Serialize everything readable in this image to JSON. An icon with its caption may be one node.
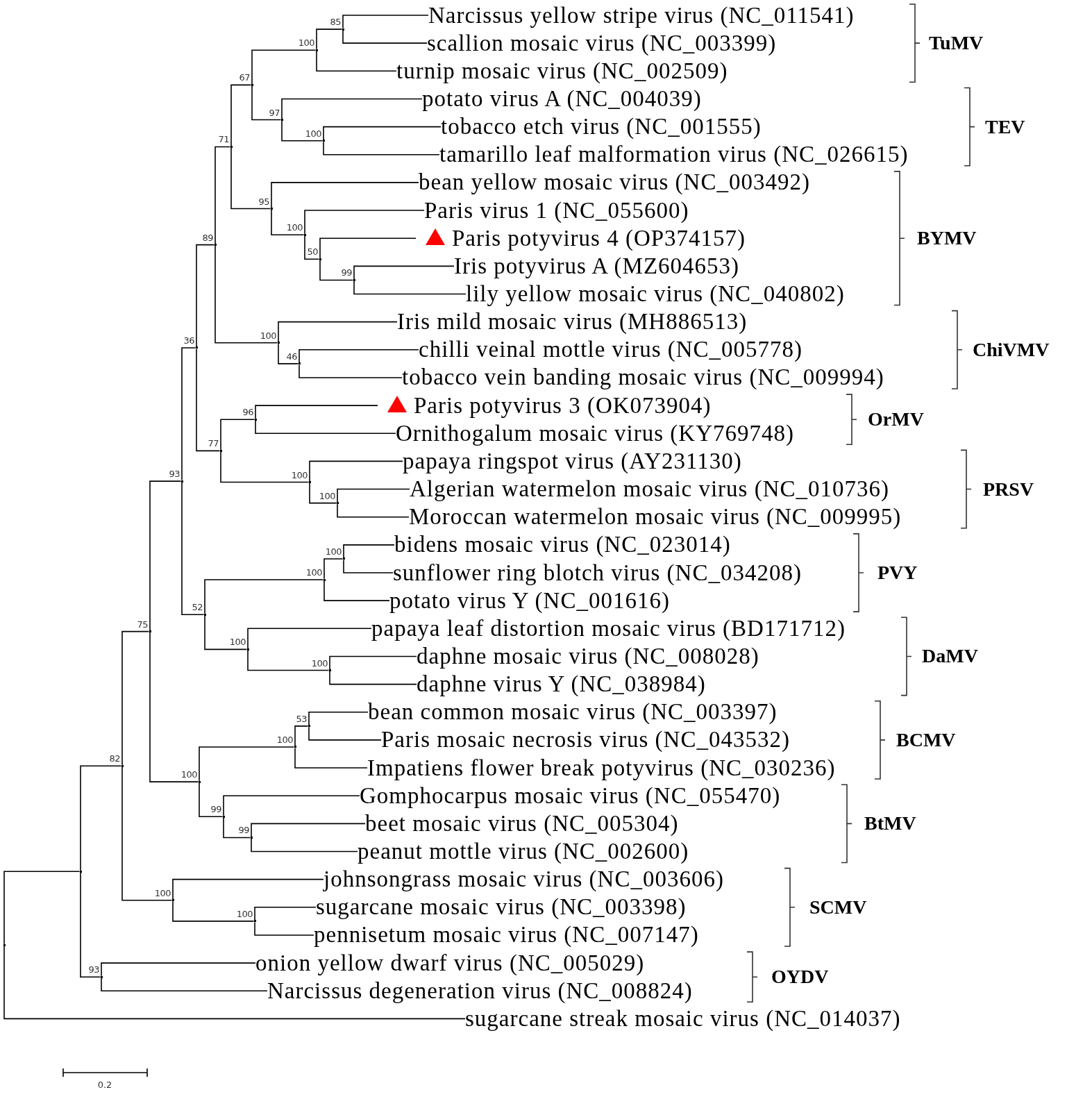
{
  "diagram": {
    "nodes": [
      {
        "text": [
          "Narcissus yellow stripe virus (NC_011541)"
        ]
      },
      {
        "text": [
          "scallion mosaic virus (NC_003399)"
        ]
      },
      {
        "text": [
          "turnip mosaic virus (NC_002509)"
        ]
      },
      {
        "text": [
          "potato virus A (NC_004039)"
        ]
      },
      {
        "text": [
          "tobacco etch virus (NC_001555)"
        ]
      },
      {
        "text": [
          "tamarillo leaf malformation virus (NC_026615)"
        ]
      },
      {
        "text": [
          "bean yellow mosaic virus (NC_003492)"
        ]
      },
      {
        "text": [
          "Paris virus 1 (NC_055600)"
        ]
      },
      {
        "text": [
          "Paris potyvirus 4 (OP374157)"
        ]
      },
      {
        "text": [
          "Iris potyvirus A (MZ604653)"
        ]
      },
      {
        "text": [
          "lily yellow mosaic virus (NC_040802)"
        ]
      },
      {
        "text": [
          "Iris mild mosaic virus (MH886513)"
        ]
      },
      {
        "text": [
          "chilli veinal mottle virus (NC_005778)"
        ]
      },
      {
        "text": [
          "tobacco vein banding mosaic virus (NC_009994)"
        ]
      },
      {
        "text": [
          "Paris potyvirus 3 (OK073904)"
        ]
      },
      {
        "text": [
          "Ornithogalum mosaic virus (KY769748)"
        ]
      },
      {
        "text": [
          "papaya ringspot virus (AY231130)"
        ]
      },
      {
        "text": [
          "Algerian watermelon mosaic virus (NC_010736)"
        ]
      },
      {
        "text": [
          "Moroccan watermelon mosaic virus (NC_009995)"
        ]
      },
      {
        "text": [
          "bidens mosaic virus (NC_023014)"
        ]
      },
      {
        "text": [
          "sunflower ring blotch virus (NC_034208)"
        ]
      },
      {
        "text": [
          "potato virus Y (NC_001616)"
        ]
      },
      {
        "text": [
          "papaya leaf distortion mosaic virus (BD171712)"
        ]
      },
      {
        "text": [
          "daphne mosaic virus (NC_008028)"
        ]
      },
      {
        "text": [
          "daphne virus Y (NC_038984)"
        ]
      },
      {
        "text": [
          "bean common mosaic virus (NC_003397)"
        ]
      },
      {
        "text": [
          "Paris mosaic necrosis virus (NC_043532)"
        ]
      },
      {
        "text": [
          "Impatiens flower break potyvirus (NC_030236)"
        ]
      },
      {
        "text": [
          "Gomphocarpus mosaic virus (NC_055470)"
        ]
      },
      {
        "text": [
          "beet mosaic virus (NC_005304)"
        ]
      },
      {
        "text": [
          "peanut mottle virus (NC_002600)"
        ]
      },
      {
        "text": [
          "johnsongrass mosaic virus (NC_003606)"
        ]
      },
      {
        "text": [
          "sugarcane mosaic virus (NC_003398)"
        ]
      },
      {
        "text": [
          "pennisetum mosaic virus (NC_007147)"
        ]
      },
      {
        "text": [
          "onion yellow dwarf virus (NC_005029)"
        ]
      },
      {
        "text": [
          "Narcissus degeneration virus (NC_008824)"
        ]
      },
      {
        "text": [
          "sugarcane streak mosaic virus (NC_014037)"
        ]
      },
      {
        "text": [],
        "shape": "point",
        "beside": [
          "85"
        ]
      },
      {
        "text": [],
        "shape": "point",
        "beside": [
          "100"
        ]
      },
      {
        "text": [],
        "shape": "point",
        "beside": [
          "100"
        ]
      },
      {
        "text": [],
        "shape": "point",
        "beside": [
          "97"
        ]
      },
      {
        "text": [],
        "shape": "point",
        "beside": [
          "67"
        ]
      },
      {
        "text": [],
        "shape": "point",
        "beside": [
          "99"
        ]
      },
      {
        "text": [],
        "shape": "point",
        "beside": [
          "50"
        ]
      },
      {
        "text": [],
        "shape": "point",
        "beside": [
          "100"
        ]
      },
      {
        "text": [],
        "shape": "point",
        "beside": [
          "95"
        ]
      },
      {
        "text": [],
        "shape": "point",
        "beside": [
          "71"
        ]
      },
      {
        "text": [],
        "shape": "point",
        "beside": [
          "46"
        ]
      },
      {
        "text": [],
        "shape": "point",
        "beside": [
          "100"
        ]
      },
      {
        "text": [],
        "shape": "point",
        "beside": [
          "89"
        ]
      },
      {
        "text": [],
        "shape": "point",
        "beside": [
          "96"
        ]
      },
      {
        "text": [],
        "shape": "point",
        "beside": [
          "100"
        ]
      },
      {
        "text": [],
        "shape": "point",
        "beside": [
          "100"
        ]
      },
      {
        "text": [],
        "shape": "point",
        "beside": [
          "77"
        ]
      },
      {
        "text": [],
        "shape": "point",
        "beside": [
          "36"
        ]
      },
      {
        "text": [],
        "shape": "point",
        "beside": [
          "100"
        ]
      },
      {
        "text": [],
        "shape": "point",
        "beside": [
          "100"
        ]
      },
      {
        "text": [],
        "shape": "point",
        "beside": [
          "100"
        ]
      },
      {
        "text": [],
        "shape": "point",
        "beside": [
          "100"
        ]
      },
      {
        "text": [],
        "shape": "point",
        "beside": [
          "52"
        ]
      },
      {
        "text": [],
        "shape": "point",
        "beside": [
          "93"
        ]
      },
      {
        "text": [],
        "shape": "point",
        "beside": [
          "53"
        ]
      },
      {
        "text": [],
        "shape": "point",
        "beside": [
          "100"
        ]
      },
      {
        "text": [],
        "shape": "point",
        "beside": [
          "99"
        ]
      },
      {
        "text": [],
        "shape": "point",
        "beside": [
          "99"
        ]
      },
      {
        "text": [],
        "shape": "point",
        "beside": [
          "100"
        ]
      },
      {
        "text": [],
        "shape": "point",
        "beside": [
          "75"
        ]
      },
      {
        "text": [],
        "shape": "point",
        "beside": [
          "100"
        ]
      },
      {
        "text": [],
        "shape": "point",
        "beside": [
          "100"
        ]
      },
      {
        "text": [],
        "shape": "point",
        "beside": [
          "82"
        ]
      },
      {
        "text": [],
        "shape": "point",
        "beside": [
          "93"
        ]
      },
      {
        "text": [],
        "shape": "point"
      },
      {
        "text": [],
        "shape": "point"
      },
      {
        "text": [],
        "shape": "triangle"
      },
      {
        "text": [],
        "shape": "triangle"
      }
    ],
    "edges": [
      {
        "from": 37,
        "to": 0,
        "arrow": "none"
      },
      {
        "from": 37,
        "to": 1,
        "arrow": "none"
      },
      {
        "from": 38,
        "to": 37,
        "arrow": "none"
      },
      {
        "from": 38,
        "to": 2,
        "arrow": "none"
      },
      {
        "from": 39,
        "to": 4,
        "arrow": "none"
      },
      {
        "from": 39,
        "to": 5,
        "arrow": "none"
      },
      {
        "from": 40,
        "to": 3,
        "arrow": "none"
      },
      {
        "from": 40,
        "to": 39,
        "arrow": "none"
      },
      {
        "from": 41,
        "to": 38,
        "arrow": "none"
      },
      {
        "from": 41,
        "to": 40,
        "arrow": "none"
      },
      {
        "from": 42,
        "to": 9,
        "arrow": "none"
      },
      {
        "from": 42,
        "to": 10,
        "arrow": "none"
      },
      {
        "from": 43,
        "to": 73,
        "arrow": "none"
      },
      {
        "from": 43,
        "to": 42,
        "arrow": "none"
      },
      {
        "from": 44,
        "to": 7,
        "arrow": "none"
      },
      {
        "from": 44,
        "to": 43,
        "arrow": "none"
      },
      {
        "from": 45,
        "to": 6,
        "arrow": "none"
      },
      {
        "from": 45,
        "to": 44,
        "arrow": "none"
      },
      {
        "from": 46,
        "to": 41,
        "arrow": "none"
      },
      {
        "from": 46,
        "to": 45,
        "arrow": "none"
      },
      {
        "from": 47,
        "to": 12,
        "arrow": "none"
      },
      {
        "from": 47,
        "to": 13,
        "arrow": "none"
      },
      {
        "from": 48,
        "to": 11,
        "arrow": "none"
      },
      {
        "from": 48,
        "to": 47,
        "arrow": "none"
      },
      {
        "from": 49,
        "to": 46,
        "arrow": "none"
      },
      {
        "from": 49,
        "to": 48,
        "arrow": "none"
      },
      {
        "from": 50,
        "to": 74,
        "arrow": "none"
      },
      {
        "from": 50,
        "to": 15,
        "arrow": "none"
      },
      {
        "from": 51,
        "to": 17,
        "arrow": "none"
      },
      {
        "from": 51,
        "to": 18,
        "arrow": "none"
      },
      {
        "from": 52,
        "to": 16,
        "arrow": "none"
      },
      {
        "from": 52,
        "to": 51,
        "arrow": "none"
      },
      {
        "from": 53,
        "to": 50,
        "arrow": "none"
      },
      {
        "from": 53,
        "to": 52,
        "arrow": "none"
      },
      {
        "from": 54,
        "to": 49,
        "arrow": "none"
      },
      {
        "from": 54,
        "to": 53,
        "arrow": "none"
      },
      {
        "from": 55,
        "to": 19,
        "arrow": "none"
      },
      {
        "from": 55,
        "to": 20,
        "arrow": "none"
      },
      {
        "from": 56,
        "to": 55,
        "arrow": "none"
      },
      {
        "from": 56,
        "to": 21,
        "arrow": "none"
      },
      {
        "from": 57,
        "to": 23,
        "arrow": "none"
      },
      {
        "from": 57,
        "to": 24,
        "arrow": "none"
      },
      {
        "from": 58,
        "to": 22,
        "arrow": "none"
      },
      {
        "from": 58,
        "to": 57,
        "arrow": "none"
      },
      {
        "from": 59,
        "to": 56,
        "arrow": "none"
      },
      {
        "from": 59,
        "to": 58,
        "arrow": "none"
      },
      {
        "from": 60,
        "to": 54,
        "arrow": "none"
      },
      {
        "from": 60,
        "to": 59,
        "arrow": "none"
      },
      {
        "from": 61,
        "to": 25,
        "arrow": "none"
      },
      {
        "from": 61,
        "to": 26,
        "arrow": "none"
      },
      {
        "from": 62,
        "to": 61,
        "arrow": "none"
      },
      {
        "from": 62,
        "to": 27,
        "arrow": "none"
      },
      {
        "from": 63,
        "to": 29,
        "arrow": "none"
      },
      {
        "from": 63,
        "to": 30,
        "arrow": "none"
      },
      {
        "from": 64,
        "to": 28,
        "arrow": "none"
      },
      {
        "from": 64,
        "to": 63,
        "arrow": "none"
      },
      {
        "from": 65,
        "to": 62,
        "arrow": "none"
      },
      {
        "from": 65,
        "to": 64,
        "arrow": "none"
      },
      {
        "from": 66,
        "to": 60,
        "arrow": "none"
      },
      {
        "from": 66,
        "to": 65,
        "arrow": "none"
      },
      {
        "from": 67,
        "to": 32,
        "arrow": "none"
      },
      {
        "from": 67,
        "to": 33,
        "arrow": "none"
      },
      {
        "from": 68,
        "to": 31,
        "arrow": "none"
      },
      {
        "from": 68,
        "to": 67,
        "arrow": "none"
      },
      {
        "from": 69,
        "to": 66,
        "arrow": "none"
      },
      {
        "from": 69,
        "to": 68,
        "arrow": "none"
      },
      {
        "from": 70,
        "to": 34,
        "arrow": "none"
      },
      {
        "from": 70,
        "to": 35,
        "arrow": "none"
      },
      {
        "from": 71,
        "to": 69,
        "arrow": "none"
      },
      {
        "from": 71,
        "to": 70,
        "arrow": "none"
      },
      {
        "from": 72,
        "to": 71,
        "arrow": "none"
      },
      {
        "from": 72,
        "to": 36,
        "arrow": "none"
      }
    ],
    "labels": [
      "TuMV",
      "TEV",
      "BYMV",
      "ChiVMV",
      "OrMV",
      "PRSV",
      "PVY",
      "DaMV",
      "BCMV",
      "BtMV",
      "SCMV",
      "OYDV",
      "0.2"
    ]
  }
}
